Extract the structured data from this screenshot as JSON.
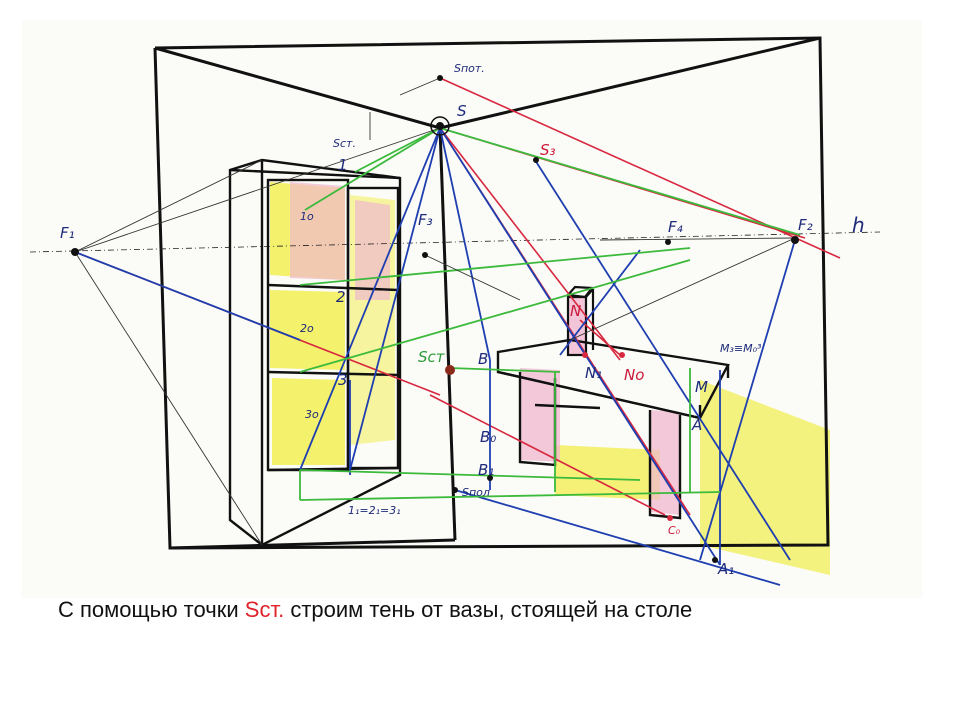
{
  "caption": {
    "prefix": "С помощью точки ",
    "accent": "Sст.",
    "suffix": " строим тень от вазы, стоящей на столе"
  },
  "labels": {
    "f1": "F₁",
    "f2": "F₂",
    "f3": "F₃",
    "f4": "F₄",
    "h": "h",
    "s": "S",
    "s_pot": "Sпот.",
    "s_st": "Sст.",
    "s3": "S₃",
    "s_st_wall": "Sст",
    "s_pol": "Sпол",
    "b": "B",
    "b0": "B₀",
    "b1": "B₁",
    "n": "N",
    "n1": "N₁",
    "n0": "No",
    "m": "M",
    "m3": "M₃≡M₀³",
    "a": "A",
    "a1": "A₁",
    "c0": "C₀",
    "one": "1",
    "two": "2",
    "three": "3",
    "ten": "1o",
    "twenty": "2o",
    "thirty": "3o",
    "ones_eq": "1₁=2₁=3₁"
  },
  "colors": {
    "blue": "#1f3fb0",
    "red": "#d8283f",
    "green": "#3cba3c",
    "black": "#111111",
    "yellow": "#f2ef55",
    "pink": "#f0b8cf",
    "caption_accent": "#e0222a"
  }
}
